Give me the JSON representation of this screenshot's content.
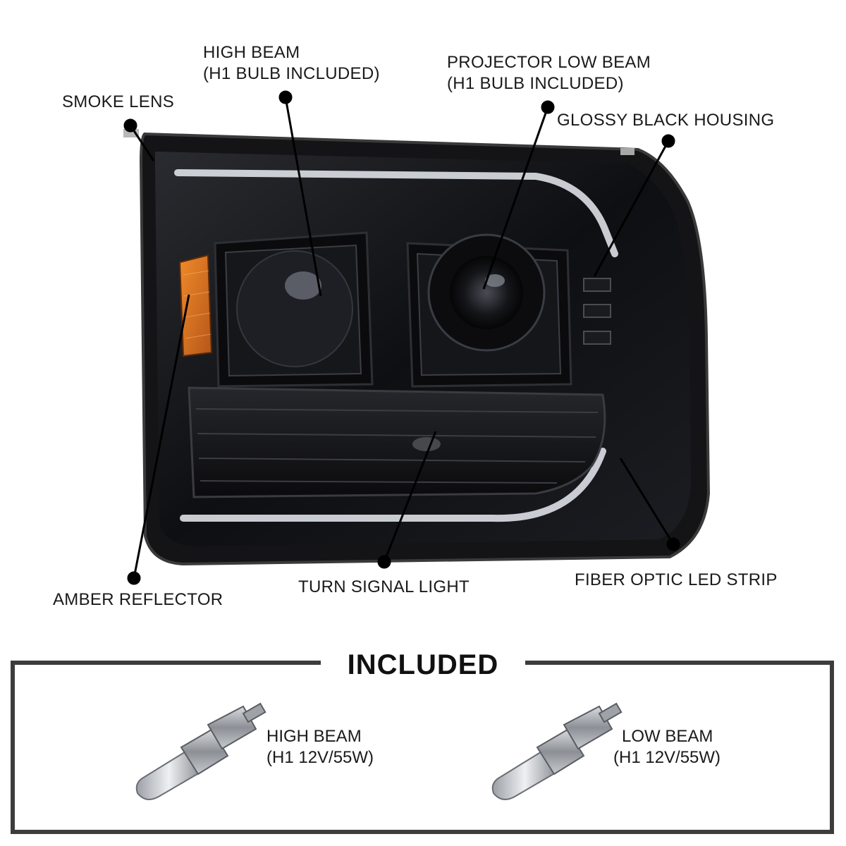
{
  "callouts": {
    "smoke_lens": "SMOKE LENS",
    "high_beam_line1": "HIGH BEAM",
    "high_beam_line2": "(H1 BULB INCLUDED)",
    "projector_line1": "PROJECTOR LOW BEAM",
    "projector_line2": "(H1 BULB INCLUDED)",
    "glossy_housing": "GLOSSY BLACK HOUSING",
    "amber_reflector": "AMBER REFLECTOR",
    "turn_signal": "TURN SIGNAL LIGHT",
    "fiber_optic": "FIBER OPTIC LED STRIP"
  },
  "included": {
    "title": "INCLUDED",
    "items": [
      {
        "line1": "HIGH BEAM",
        "line2": "(H1 12V/55W)"
      },
      {
        "line1": "LOW BEAM",
        "line2": "(H1 12V/55W)"
      }
    ]
  },
  "colors": {
    "housing": "#0d0d10",
    "amber": "#d9731f",
    "frame": "#3a3a3a",
    "led": "#f2f4f7"
  },
  "icons": [
    "h1-bulb-icon",
    "h1-bulb-icon"
  ]
}
